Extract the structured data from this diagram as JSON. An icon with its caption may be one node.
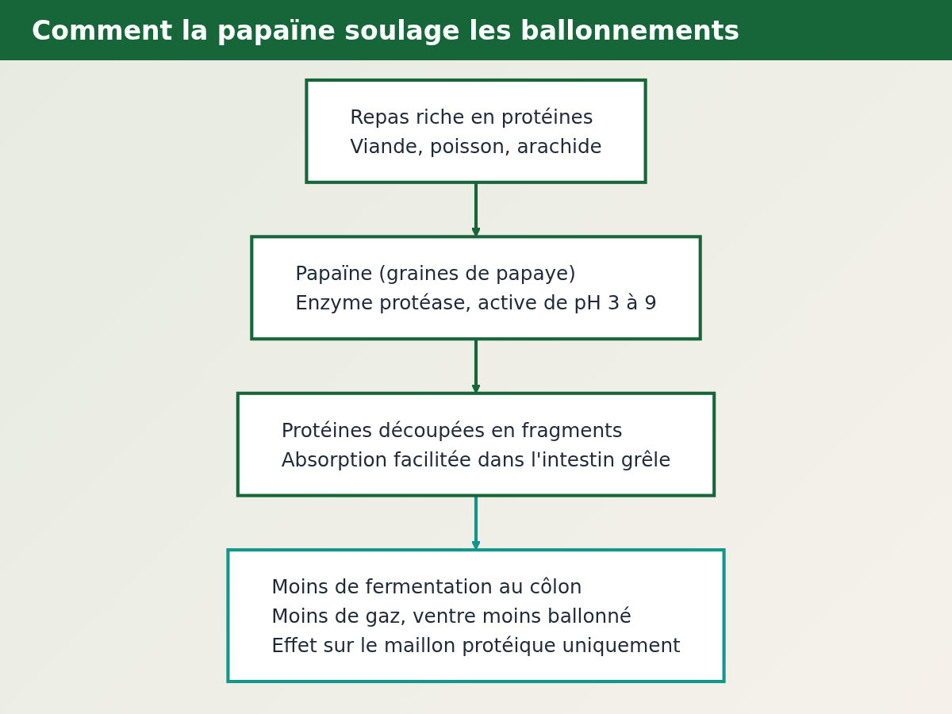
{
  "diagram": {
    "title": "Comment la papaïne soulage les ballonnements",
    "nodes": [
      {
        "text": [
          "Repas riche en protéines",
          "Viande, poisson, arachide"
        ]
      },
      {
        "text": [
          "Papaïne (graines de papaye)",
          "Enzyme protéase, active de pH 3 à 9"
        ]
      },
      {
        "text": [
          "Protéines découpées en fragments",
          "Absorption facilitée dans l'intestin grêle"
        ]
      },
      {
        "text": [
          "Moins de fermentation au côlon",
          "Moins de gaz, ventre moins ballonné",
          "Effet sur le maillon protéique uniquement"
        ]
      }
    ],
    "edges": [
      {
        "from": 0,
        "to": 1,
        "arrow": "to"
      },
      {
        "from": 1,
        "to": 2,
        "arrow": "to"
      },
      {
        "from": 2,
        "to": 3,
        "arrow": "to",
        "color": "#13968a"
      }
    ]
  }
}
